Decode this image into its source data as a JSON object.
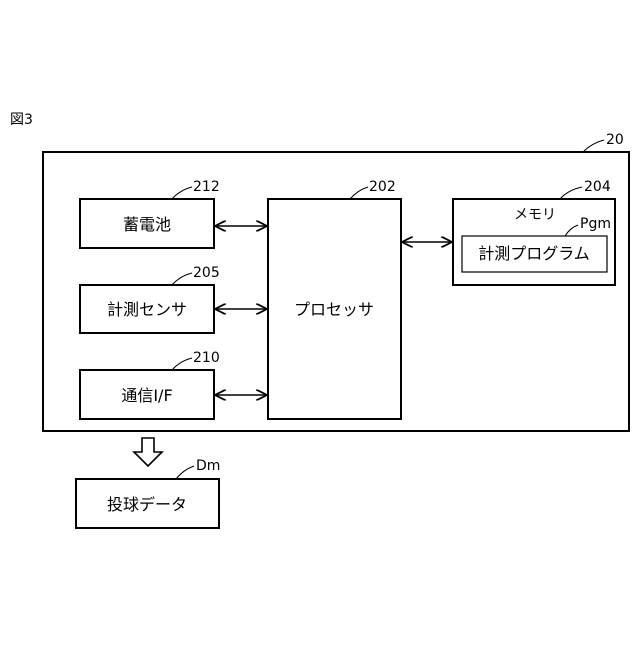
{
  "figure_label": "図3",
  "device": {
    "ref": "20"
  },
  "battery": {
    "label": "蓄電池",
    "ref": "212"
  },
  "sensor": {
    "label": "計測センサ",
    "ref": "205"
  },
  "comm": {
    "label": "通信I/F",
    "ref": "210"
  },
  "processor": {
    "label": "プロセッサ",
    "ref": "202"
  },
  "memory": {
    "label": "メモリ",
    "ref": "204"
  },
  "program": {
    "label": "計測プログラム",
    "ref": "Pgm"
  },
  "output": {
    "label": "投球データ",
    "ref": "Dm"
  }
}
